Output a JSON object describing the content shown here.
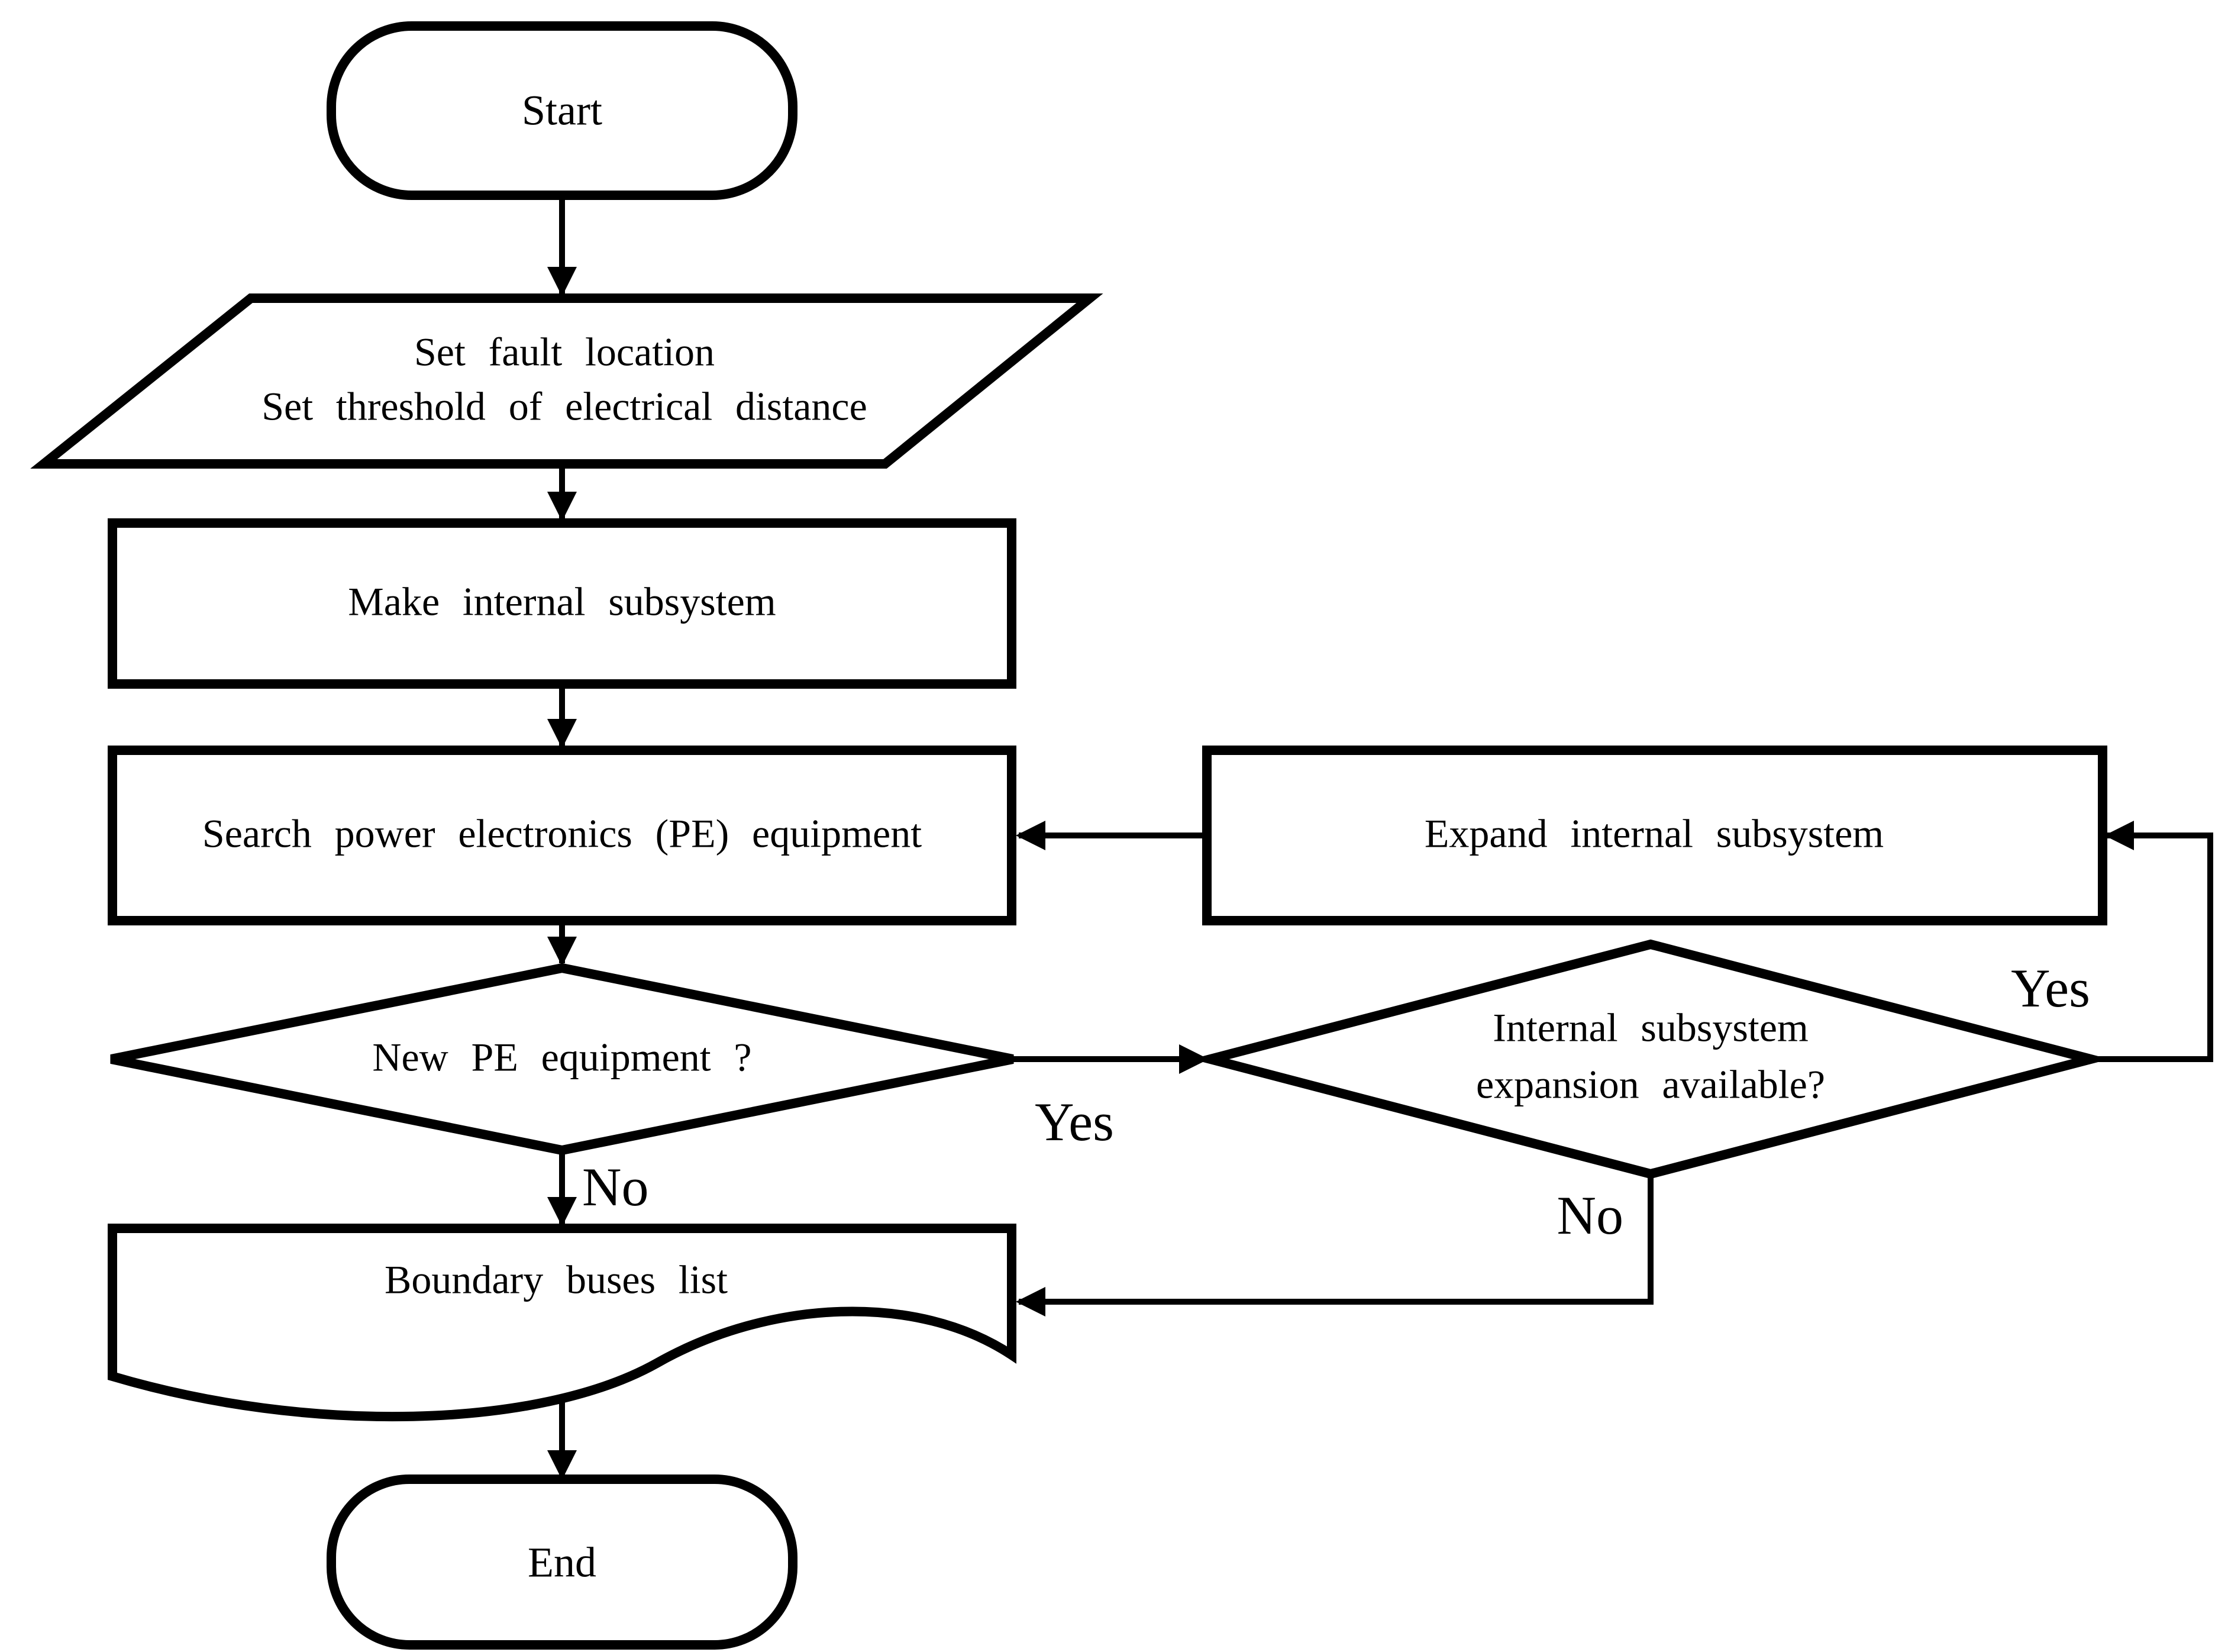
{
  "diagram": {
    "background_color": "#ffffff",
    "stroke_color": "#000000",
    "node_fill_color": "#ffffff",
    "nodes": {
      "start": {
        "type": "terminator",
        "label": "Start"
      },
      "set_inputs": {
        "type": "input-parallelogram",
        "line1": "Set fault location",
        "line2": "Set threshold of electrical distance"
      },
      "make_internal": {
        "type": "process",
        "label": "Make internal subsystem"
      },
      "search_pe": {
        "type": "process",
        "label": "Search power electronics (PE) equipment"
      },
      "expand_internal": {
        "type": "process",
        "label": "Expand internal subsystem"
      },
      "new_pe_decision": {
        "type": "decision",
        "label": "New PE equipment ?"
      },
      "expansion_decision": {
        "type": "decision",
        "line1": "Internal subsystem",
        "line2": "expansion available?"
      },
      "boundary_list": {
        "type": "document",
        "label": "Boundary buses list"
      },
      "end": {
        "type": "terminator",
        "label": "End"
      }
    },
    "edge_labels": {
      "new_pe_yes": "Yes",
      "new_pe_no": "No",
      "expansion_yes": "Yes",
      "expansion_no": "No"
    }
  }
}
